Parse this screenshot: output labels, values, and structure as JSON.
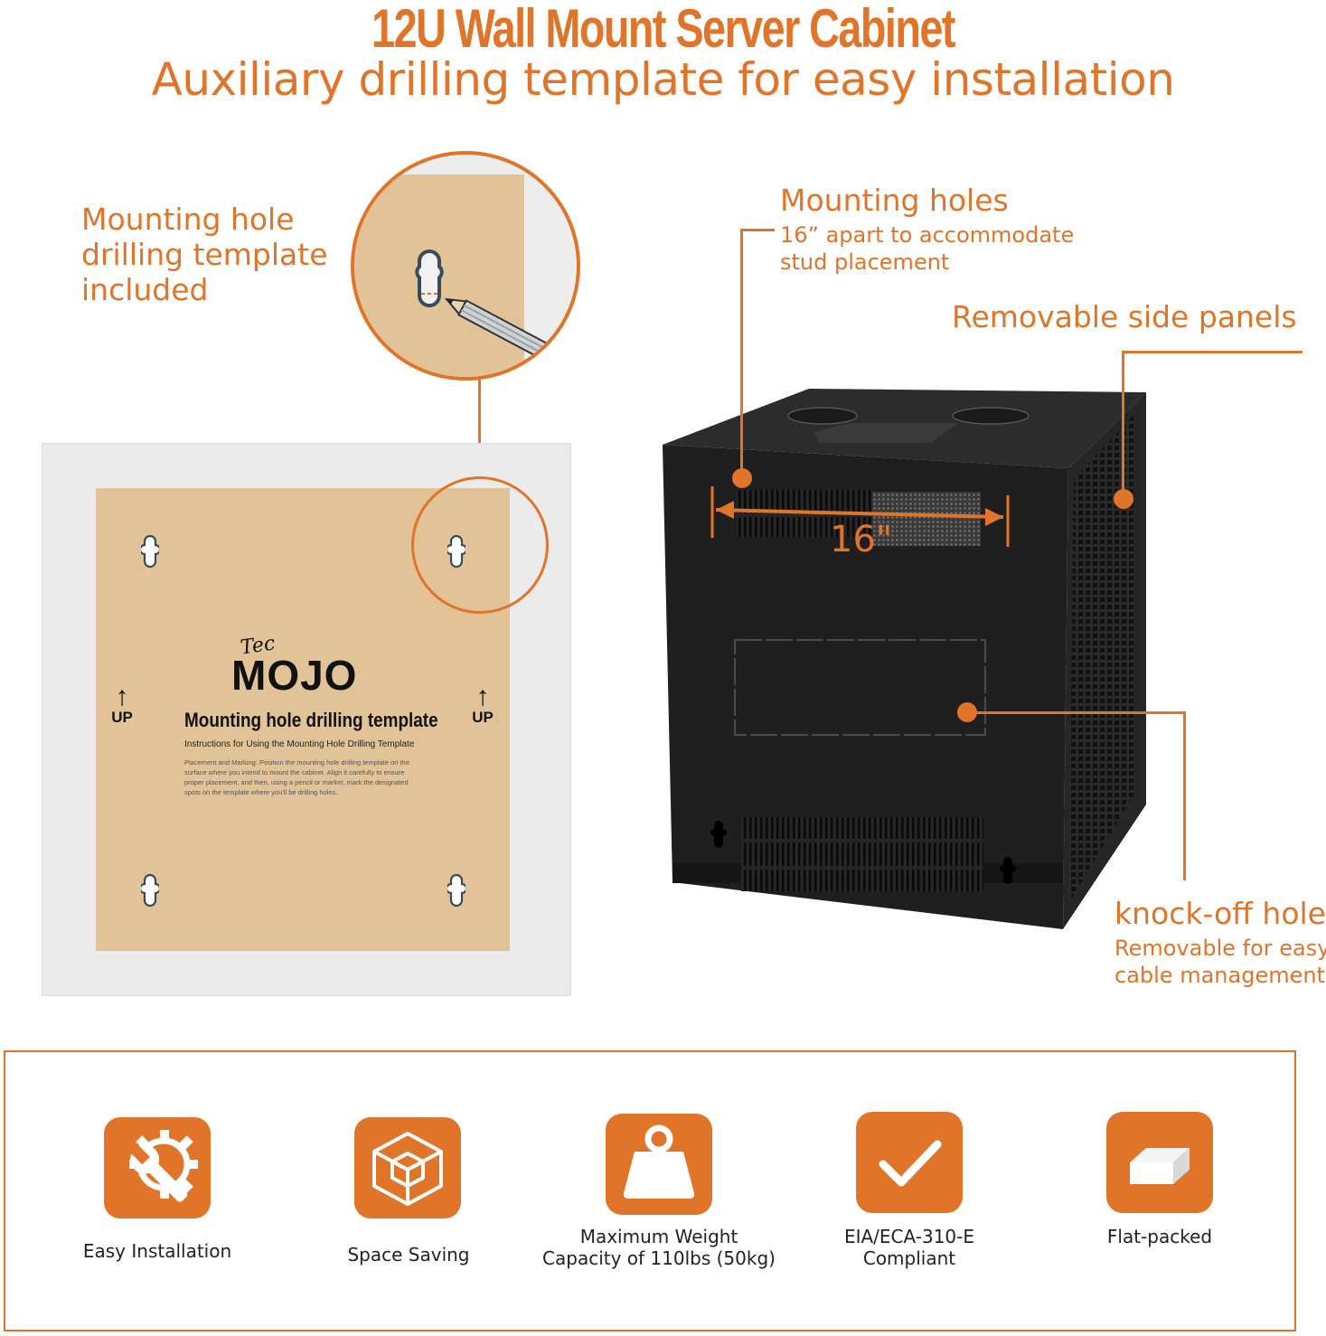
{
  "header": {
    "title": "12U Wall Mount Server Cabinet",
    "subtitle": "Auxiliary drilling template for easy installation"
  },
  "callouts": {
    "template": {
      "line1": "Mounting hole",
      "line2": "drilling template",
      "line3": "included"
    },
    "mounting_holes": {
      "title": "Mounting holes",
      "line1": "16” apart to accommodate",
      "line2": "stud placement"
    },
    "side_panels": {
      "title": "Removable side panels"
    },
    "knock_off": {
      "title": "knock-off hole",
      "line1": "Removable for easy",
      "line2": "cable management"
    },
    "dimension": "16\""
  },
  "template_sheet": {
    "brand_small": "Tec",
    "brand_large": "MOJO",
    "up_label": "UP",
    "heading": "Mounting hole drilling template",
    "instructions_title": "Instructions for Using the Mounting Hole Drilling Template",
    "instructions_body": "Placement and Marking: Position the mounting hole drilling template on the surface where you intend to mount the cabinet. Align it carefully to ensure proper placement, and then, using a pencil or marker, mark the designated spots on the template where you'll be drilling holes."
  },
  "features": [
    {
      "icon": "gear-wrench-icon",
      "line1": "Easy Installation",
      "line2": ""
    },
    {
      "icon": "cube-icon",
      "line1": "Space Saving",
      "line2": ""
    },
    {
      "icon": "weight-icon",
      "line1": "Maximum Weight",
      "line2": "Capacity of 110lbs (50kg)"
    },
    {
      "icon": "checkmark-icon",
      "line1": "EIA/ECA-310-E",
      "line2": "Compliant"
    },
    {
      "icon": "flat-box-icon",
      "line1": "Flat-packed",
      "line2": ""
    }
  ],
  "colors": {
    "accent": "#e07428",
    "template_paper": "#e2c398",
    "cabinet": "#1f1f1f"
  }
}
